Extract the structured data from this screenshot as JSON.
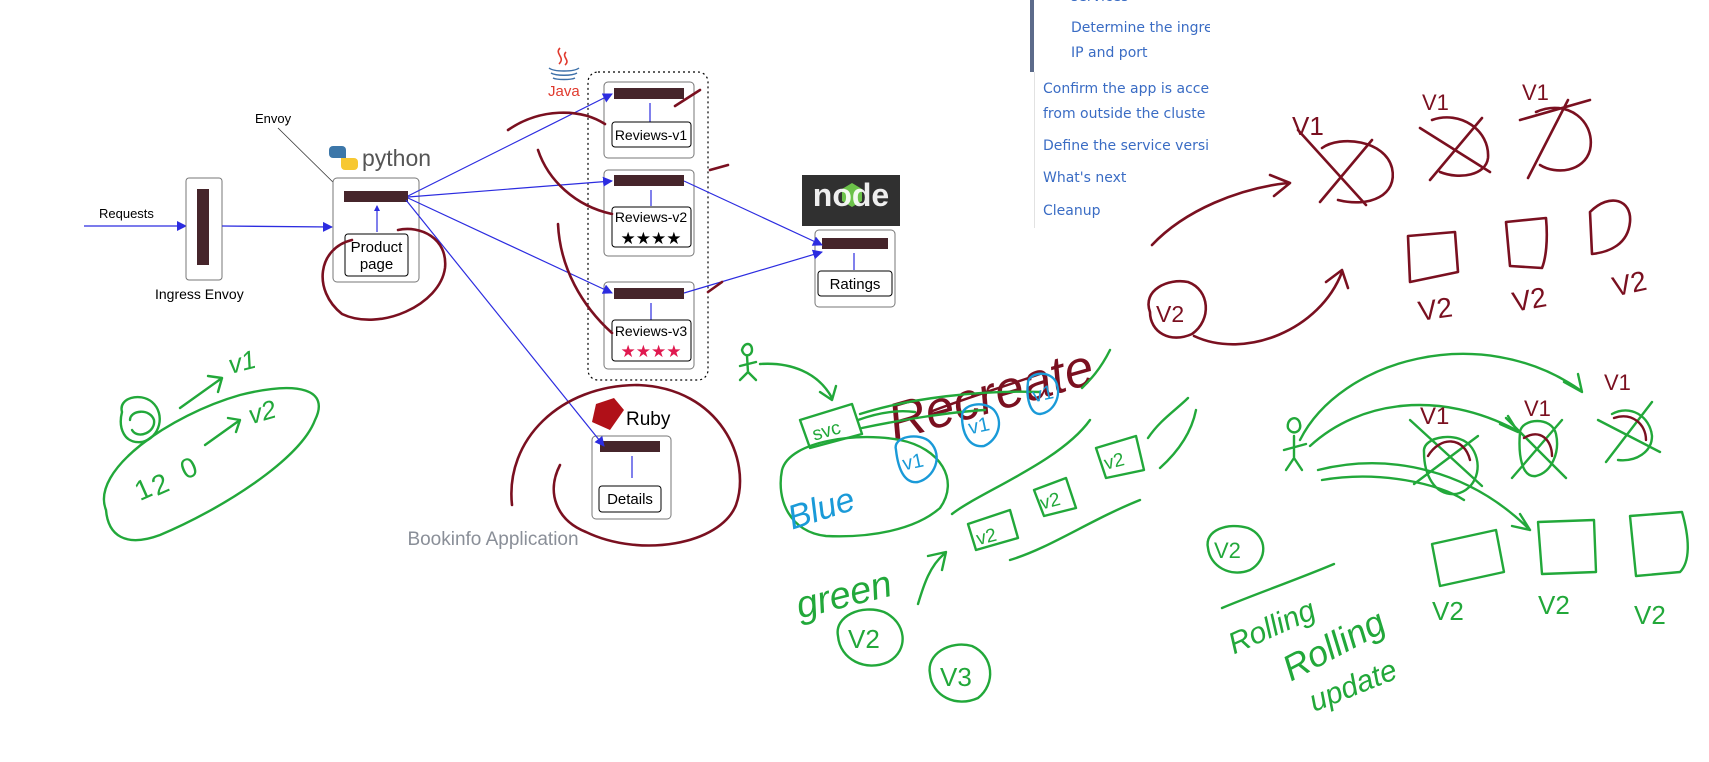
{
  "diagram": {
    "requests_label": "Requests",
    "ingress_label": "Ingress Envoy",
    "envoy_label": "Envoy",
    "python_logo": "python",
    "java_logo": "Java",
    "ruby_logo": "Ruby",
    "node_logo": "node",
    "productpage_line1": "Product",
    "productpage_line2": "page",
    "reviews_v1": "Reviews-v1",
    "reviews_v2": "Reviews-v2",
    "reviews_v3": "Reviews-v3",
    "stars_v2": "★★★★",
    "stars_v3": "★★★★",
    "ratings": "Ratings",
    "details": "Details",
    "caption": "Bookinfo Application",
    "colors": {
      "proxy": "#46252b",
      "arrow": "#2c2ce0",
      "stars_black": "#000000",
      "stars_red": "#e0194f"
    }
  },
  "doc_nav": {
    "items": [
      {
        "label": "services"
      },
      {
        "label": "Determine the ingre"
      },
      {
        "label": "IP and port"
      },
      {
        "label": "Confirm the app is acce"
      },
      {
        "label": "from outside the cluste"
      },
      {
        "label": "Define the service versi"
      },
      {
        "label": "What's next"
      },
      {
        "label": "Cleanup"
      }
    ],
    "link_color": "#3a6cc4",
    "rail_color": "#5c6b8a"
  },
  "annotations": {
    "green_left": [
      "v1",
      "v2",
      "1",
      "2",
      "0"
    ],
    "maroon_right_top": [
      "V1",
      "V1",
      "V1",
      "V2",
      "V2",
      "V2",
      "V2"
    ],
    "recreate": "Recreate",
    "blue_green": [
      "svc",
      "v1",
      "v1",
      "v1",
      "v2",
      "v2",
      "v2",
      "v2",
      "v2",
      "Blue",
      "green",
      "V2",
      "V3"
    ],
    "rolling_update": [
      "V1",
      "V1",
      "V1",
      "V2",
      "V2",
      "V2",
      "V2",
      "Rolling",
      "Rolling",
      "update"
    ],
    "colors": {
      "maroon": "#7a1020",
      "green": "#22a83a",
      "cyan": "#1a9ad8"
    }
  }
}
